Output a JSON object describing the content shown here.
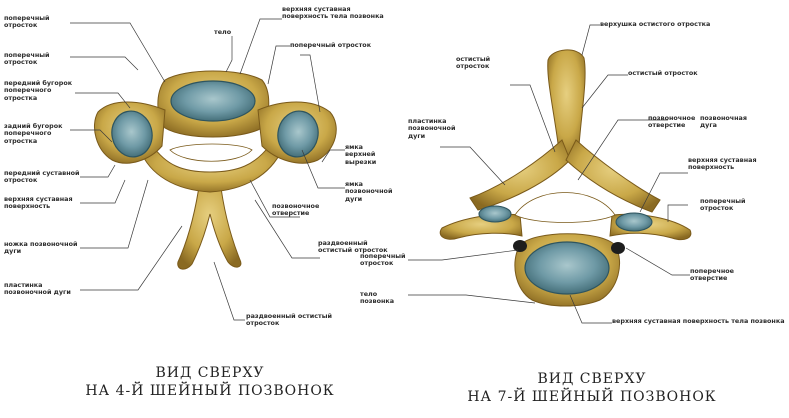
{
  "colors": {
    "bone": "#c9a848",
    "bone_dark": "#8a6a22",
    "bone_light": "#e2c877",
    "disc": "#6f9aa6",
    "disc_dark": "#3c6670",
    "line": "#3a3a3a",
    "background": "#ffffff"
  },
  "left_figure": {
    "labels": [
      "поперечный отросток",
      "поперечный отросток",
      "передний бугорок поперечного отростка",
      "задний бугорок поперечного отростка",
      "передний суставной отросток",
      "верхняя суставная поверхность",
      "ножка позвоночной дуги",
      "пластинка позвоночной дуги",
      "тело",
      "верхняя суставная поверхность тела позвонка",
      "поперечный отросток",
      "ямка верхней вырезки",
      "ямка позвоночной дуги",
      "позвоночное отверстие",
      "раздвоенный остистый отросток",
      "раздвоенный остистый отросток"
    ],
    "caption_line1": "ВИД СВЕРХУ",
    "caption_line2": "НА 4-Й ШЕЙНЫЙ ПОЗВОНОК"
  },
  "right_figure": {
    "labels": [
      "остистый отросток",
      "пластинка позвоночной дуги",
      "позвоночное отверстие",
      "верхушка остистого отростка",
      "остистый отросток",
      "позвоночная дуга",
      "верхняя суставная поверхность",
      "поперечный отросток",
      "поперечное отверстие",
      "поперечный отросток",
      "тело позвонка",
      "верхняя суставная поверхность тела позвонка"
    ],
    "caption_line1": "ВИД СВЕРХУ",
    "caption_line2": "НА 7-Й ШЕЙНЫЙ ПОЗВОНОК"
  }
}
